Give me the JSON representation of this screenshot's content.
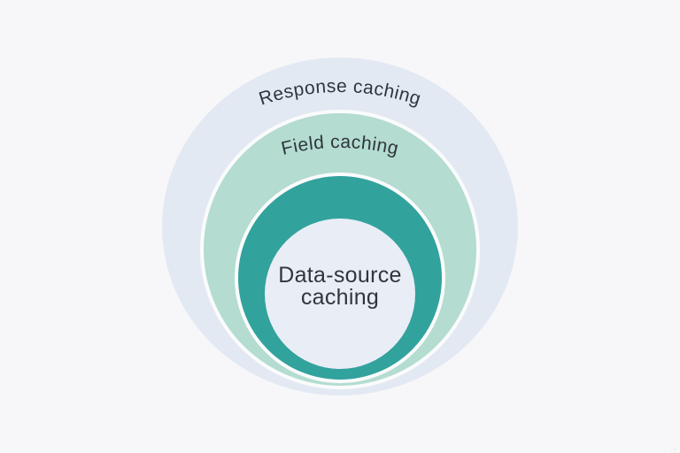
{
  "page": {
    "background_color": "#f7f7f9",
    "text_color": "#2f363c",
    "ring_gap_color": "#fafbfc"
  },
  "diagram": {
    "type": "nested-circles",
    "rings": [
      {
        "level": "outer",
        "label": "Response caching",
        "fill": "#e3e9f3"
      },
      {
        "level": "middle",
        "label": "Field caching",
        "fill": "#b4dcd1"
      },
      {
        "level": "inner",
        "label": "Data-source caching",
        "fill": "#32a29d"
      }
    ],
    "inner_fill": "#e9edf5",
    "inner_label_lines": {
      "line1": "Data-source",
      "line2": "caching"
    }
  }
}
